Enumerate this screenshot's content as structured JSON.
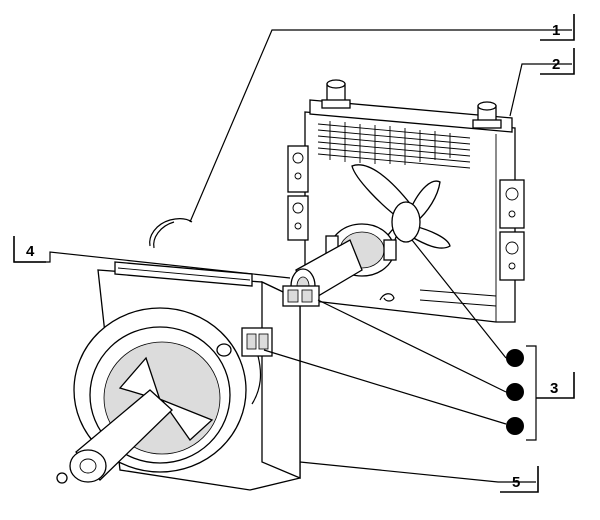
{
  "callouts": {
    "c1": "1",
    "c2": "2",
    "c3": "3",
    "c4": "4",
    "c5": "5"
  },
  "colors": {
    "line": "#000000",
    "background": "#ffffff",
    "shade": "#dcdcdc"
  }
}
